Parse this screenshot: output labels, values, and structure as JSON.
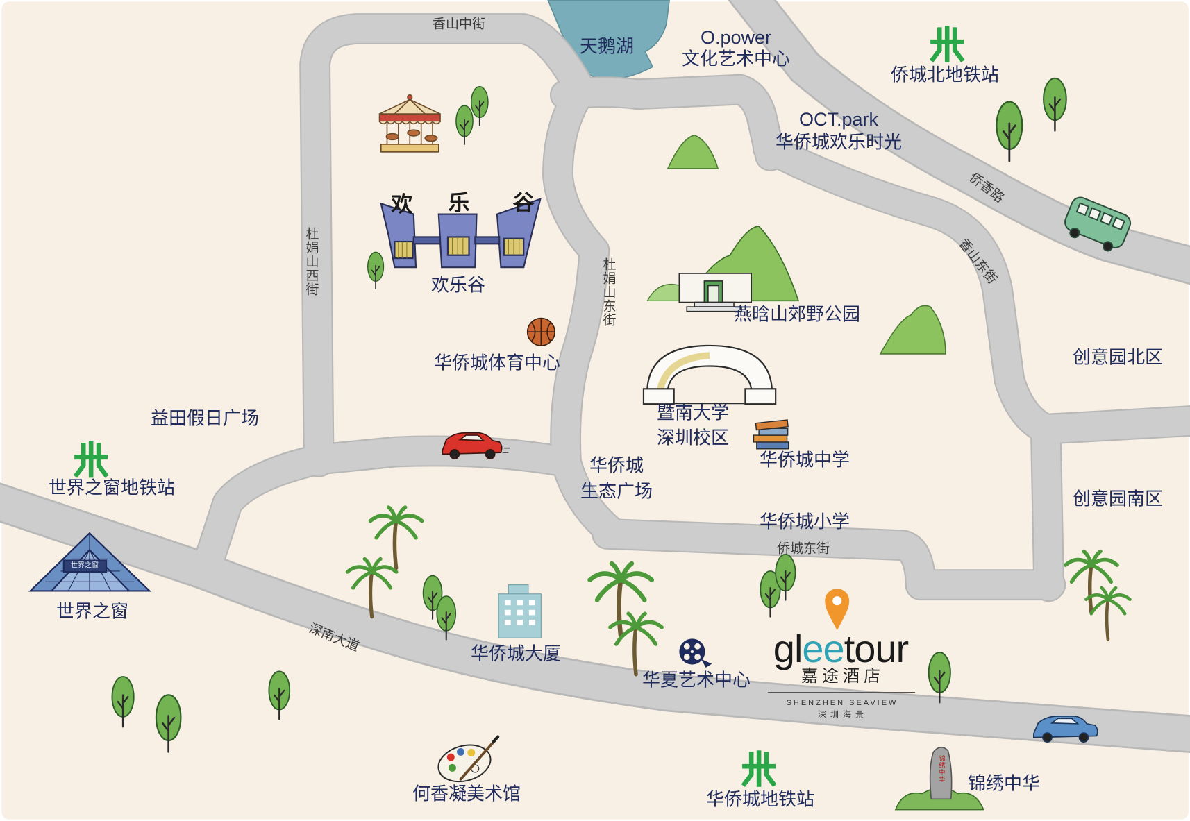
{
  "colors": {
    "background": "#f8f0e4",
    "road": "#cdcdcd",
    "label": "#1f2b5c",
    "road_label": "#3b3b3b",
    "lake": "#79adb9",
    "metro": "#2aa748",
    "brand_accent": "#2fa3b5",
    "pin": "#f0962b"
  },
  "roads": {
    "xiangshan_zhongjie": "香山中街",
    "dujuanshan_xijie": "杜娟山西街",
    "dujuanshan_dongjie": "杜娟山东街",
    "qiaoxiang_lu": "侨香路",
    "xiangshan_dongjie": "香山东街",
    "qiaocheng_dongjie": "侨城东街",
    "shennan_dadao": "深南大道"
  },
  "lake": {
    "name": "天鹅湖"
  },
  "metro": {
    "qiaocheng_north": "侨城北地铁站",
    "window_of_world": "世界之窗地铁站",
    "oct": "华侨城地铁站"
  },
  "places": {
    "opower_en": "O.power",
    "opower_cn": "文化艺术中心",
    "oct_park_en": "OCT.park",
    "oct_park_cn": "华侨城欢乐时光",
    "happy_valley": "欢乐谷",
    "happy_valley_gate": [
      "欢",
      "乐",
      "谷"
    ],
    "yanhanshan_park": "燕晗山郊野公园",
    "sports_center": "华侨城体育中心",
    "creative_park_north": "创意园北区",
    "creative_park_south": "创意园南区",
    "yitian_holiday_plaza": "益田假日广场",
    "jinan_univ_line1": "暨南大学",
    "jinan_univ_line2": "深圳校区",
    "oct_middle_school": "华侨城中学",
    "eco_plaza_line1": "华侨城",
    "eco_plaza_line2": "生态广场",
    "oct_primary_school": "华侨城小学",
    "window_of_world": "世界之窗",
    "window_of_world_sign": "世界之窗",
    "oct_tower": "华侨城大厦",
    "huaxia_arts_center": "华夏艺术中心",
    "he_xiangning_museum": "何香凝美术馆",
    "splendid_china": "锦绣中华",
    "splendid_china_stone": "锦绣中华"
  },
  "hotel": {
    "brand_prefix": "gl",
    "brand_highlight": "ee",
    "brand_suffix": "tour",
    "name": "嘉途酒店",
    "subtitle_en": "SHENZHEN SEAVIEW",
    "subtitle_cn": "深圳海景"
  }
}
